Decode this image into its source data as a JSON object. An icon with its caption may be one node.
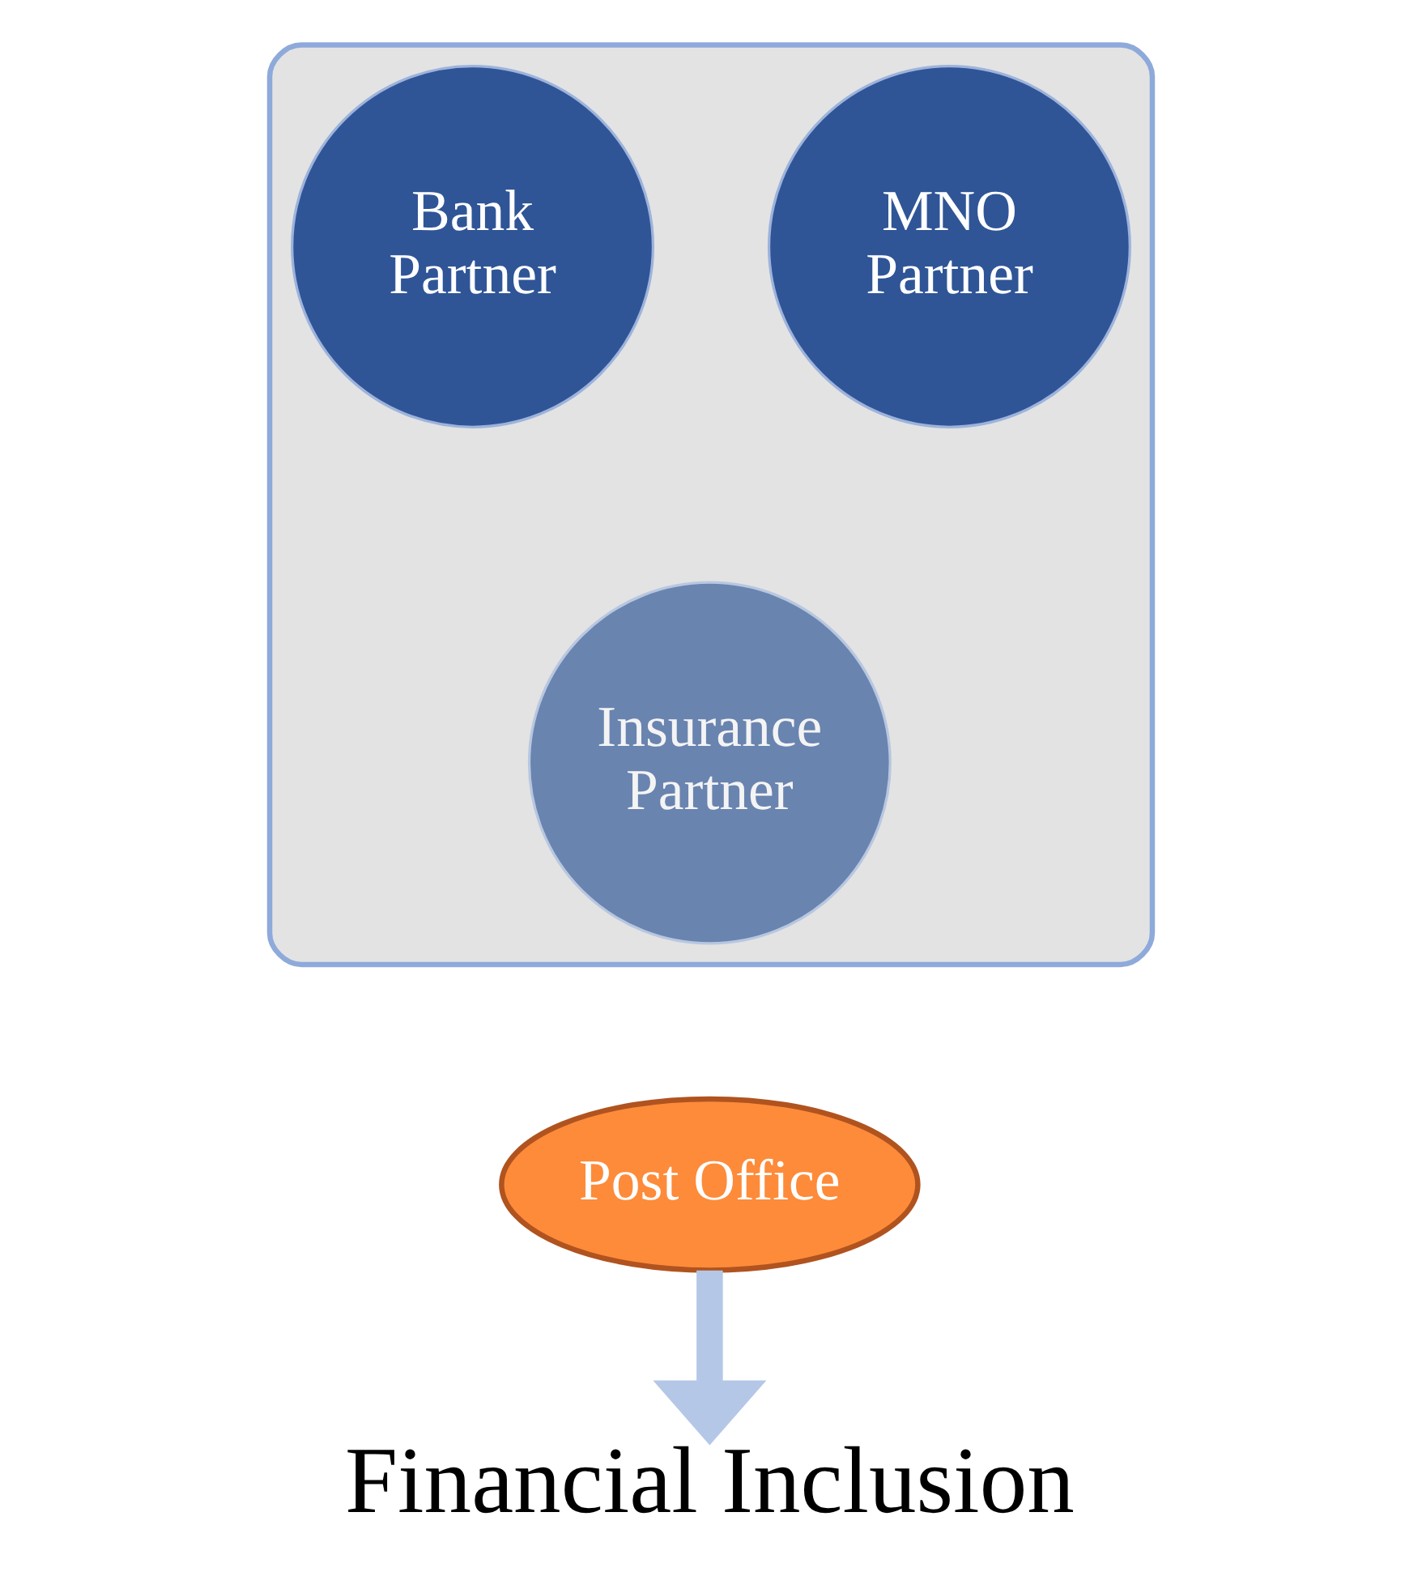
{
  "diagram": {
    "nodes": [
      {
        "text": [],
        "shape": "funnel"
      },
      {
        "text": [
          "Bank Partner"
        ],
        "in": 0
      },
      {
        "text": [
          "MNO Partner"
        ],
        "in": 0
      },
      {
        "text": [
          "Insurance Partner"
        ],
        "in": 0
      },
      {
        "text": [
          "Post Office"
        ]
      },
      {
        "text": [
          "Financial Inclusion"
        ]
      }
    ],
    "edges": [
      {
        "from": 4,
        "to": 5,
        "arrow": "to",
        "color": "#b4c7e7"
      }
    ]
  }
}
